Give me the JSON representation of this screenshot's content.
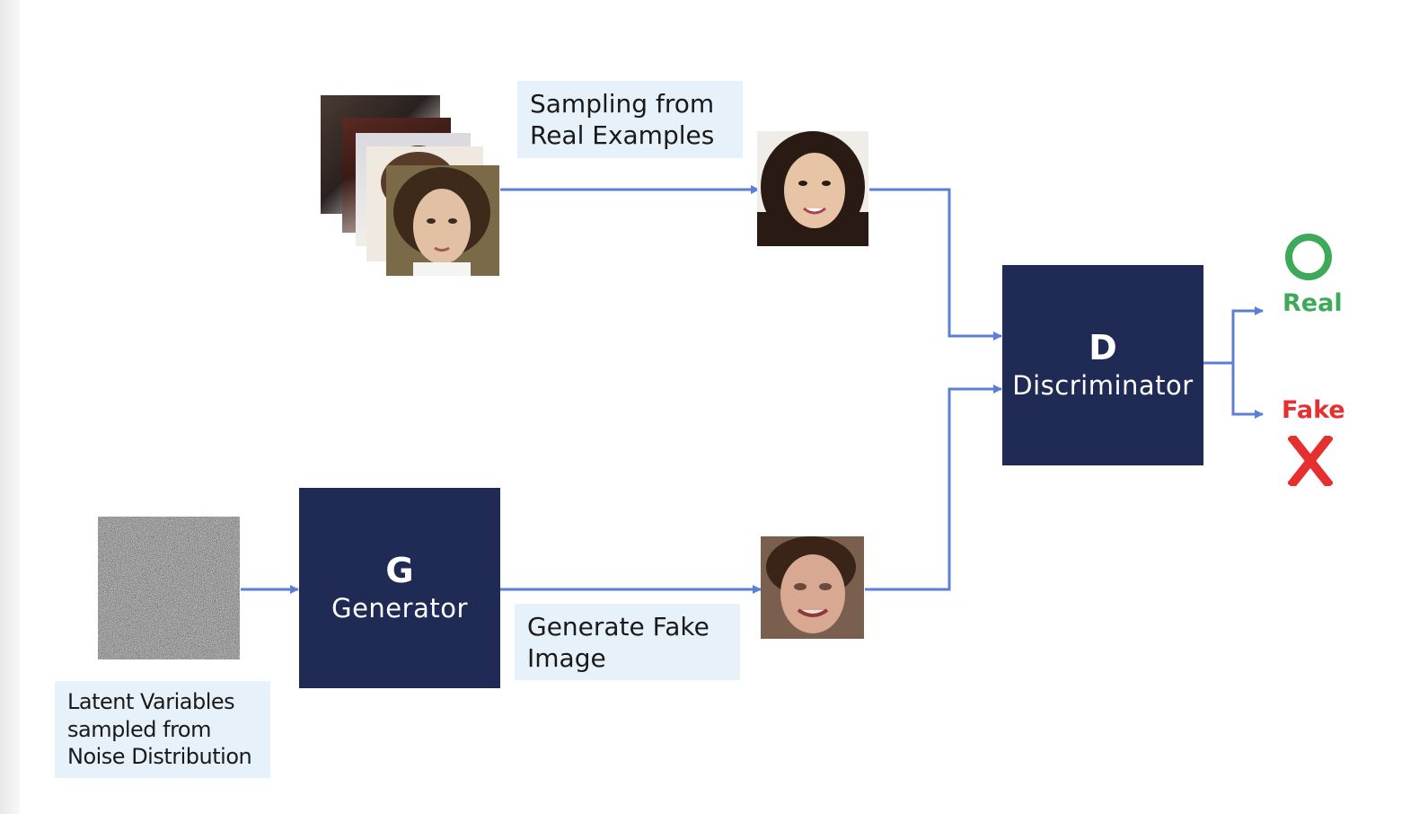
{
  "labels": {
    "sampling": [
      "Sampling from",
      "Real Examples"
    ],
    "generate_fake": [
      "Generate Fake",
      "Image"
    ],
    "latent": [
      "Latent Variables",
      "sampled from",
      "Noise Distribution"
    ]
  },
  "generator": {
    "letter": "G",
    "name": "Generator"
  },
  "discriminator": {
    "letter": "D",
    "name": "Discriminator"
  },
  "outputs": {
    "real": {
      "label": "Real",
      "color": "#3fa95a",
      "icon": "circle-icon"
    },
    "fake": {
      "label": "Fake",
      "color": "#e63030",
      "icon": "x-icon"
    }
  },
  "colors": {
    "arrow": "#5b7fd6",
    "block": "#1f2a55",
    "label_bg": "#e7f1f9"
  }
}
